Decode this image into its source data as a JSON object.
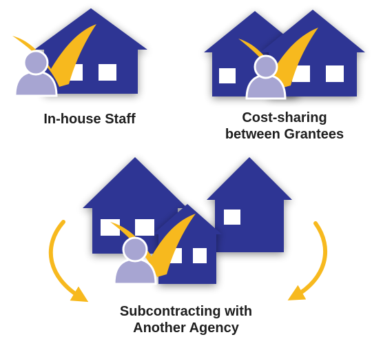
{
  "panels": [
    {
      "id": "in-house",
      "caption_lines": [
        "In-house Staff"
      ]
    },
    {
      "id": "cost-sharing",
      "caption_lines": [
        "Cost-sharing",
        "between Grantees"
      ]
    },
    {
      "id": "subcontracting",
      "caption_lines": [
        "Subcontracting with",
        "Another Agency"
      ]
    }
  ],
  "colors": {
    "house": "#2d3494",
    "window": "#ffffff",
    "checkmark": "#f7b91e",
    "person": "#a7a5d2",
    "person_outline": "#ffffff",
    "arrow": "#f7b91e",
    "caption_text": "#1e1e1e"
  },
  "icons": [
    "house-icon",
    "person-icon",
    "checkmark-icon",
    "curved-arrow-icon"
  ]
}
